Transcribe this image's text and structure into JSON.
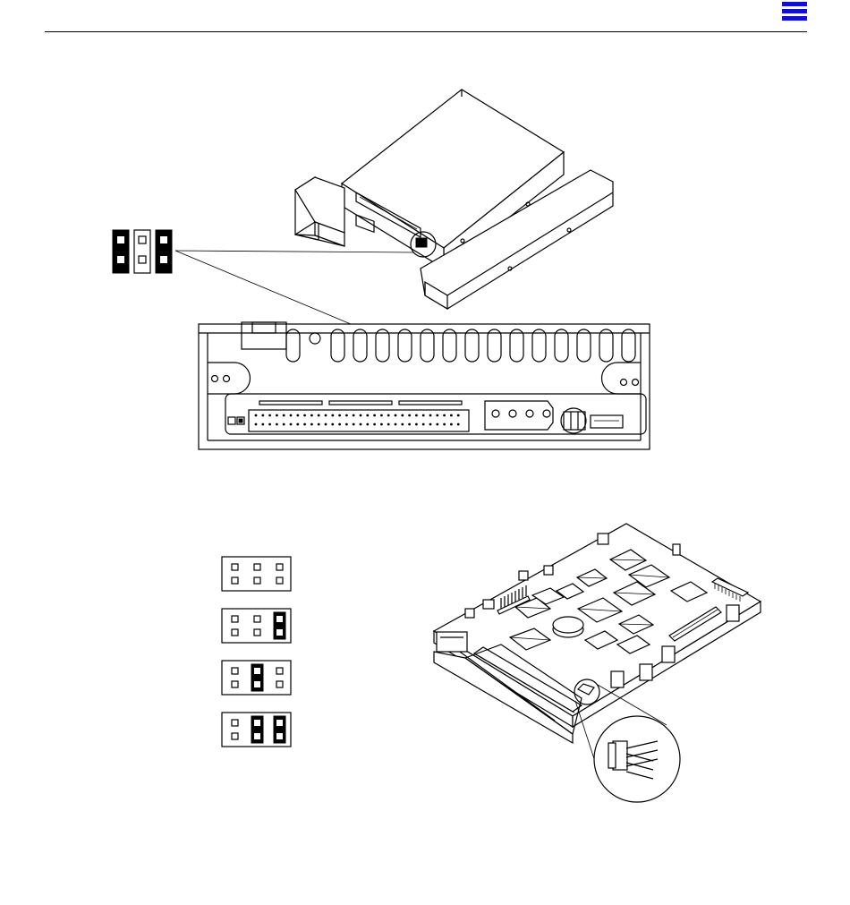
{
  "header": {
    "menu_icon": "hamburger-menu-icon",
    "accent_color": "#1111cc"
  },
  "jumper_diagram": {
    "callout_pins": [
      "shunted",
      "open",
      "shunted"
    ],
    "settings": [
      {
        "shunted_pins": []
      },
      {
        "shunted_pins": [
          3
        ]
      },
      {
        "shunted_pins": [
          2
        ]
      },
      {
        "shunted_pins": [
          2,
          3
        ]
      }
    ]
  }
}
